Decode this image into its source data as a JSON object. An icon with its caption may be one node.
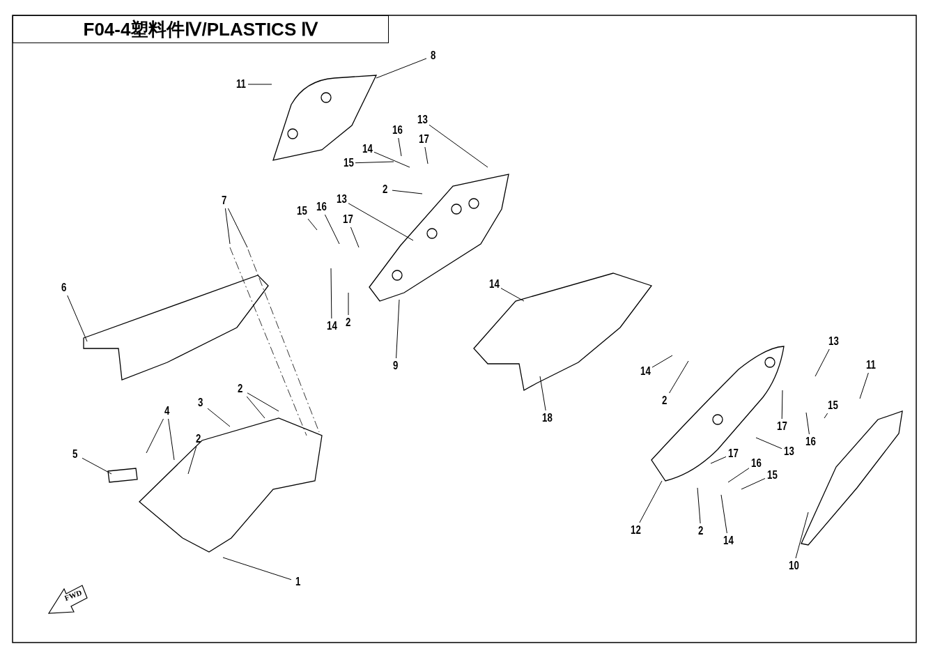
{
  "diagram": {
    "title": "F04-4塑料件Ⅳ/PLASTICS Ⅳ",
    "nodes": [
      {
        "text": [
          "8"
        ]
      },
      {
        "text": [
          "11"
        ]
      },
      {
        "text": [
          "13"
        ]
      },
      {
        "text": [
          "16"
        ]
      },
      {
        "text": [
          "17"
        ]
      },
      {
        "text": [
          "15"
        ]
      },
      {
        "text": [
          "14"
        ]
      },
      {
        "text": [
          "2"
        ]
      },
      {
        "text": [
          "7"
        ]
      },
      {
        "text": [
          "13"
        ]
      },
      {
        "text": [
          "15"
        ]
      },
      {
        "text": [
          "16"
        ]
      },
      {
        "text": [
          "17"
        ]
      },
      {
        "text": [
          "6"
        ]
      },
      {
        "text": [
          "14"
        ]
      },
      {
        "text": [
          "14"
        ]
      },
      {
        "text": [
          "2"
        ]
      },
      {
        "text": [
          "13"
        ]
      },
      {
        "text": [
          "11"
        ]
      },
      {
        "text": [
          "9"
        ]
      },
      {
        "text": [
          "14"
        ]
      },
      {
        "text": [
          "2"
        ]
      },
      {
        "text": [
          "2"
        ]
      },
      {
        "text": [
          "3"
        ]
      },
      {
        "text": [
          "4"
        ]
      },
      {
        "text": [
          "15"
        ]
      },
      {
        "text": [
          "17"
        ]
      },
      {
        "text": [
          "18"
        ]
      },
      {
        "text": [
          "2"
        ]
      },
      {
        "text": [
          "16"
        ]
      },
      {
        "text": [
          "13"
        ]
      },
      {
        "text": [
          "17"
        ]
      },
      {
        "text": [
          "5"
        ]
      },
      {
        "text": [
          "16"
        ]
      },
      {
        "text": [
          "15"
        ]
      },
      {
        "text": [
          "12"
        ]
      },
      {
        "text": [
          "2"
        ]
      },
      {
        "text": [
          "14"
        ]
      },
      {
        "text": [
          "10"
        ]
      },
      {
        "text": [
          "1"
        ]
      }
    ],
    "edges": [
      {
        "from": 0,
        "to": null,
        "arrow": "none"
      },
      {
        "from": 1,
        "to": null,
        "arrow": "none"
      },
      {
        "from": 2,
        "to": null,
        "arrow": "none"
      },
      {
        "from": 3,
        "to": null,
        "arrow": "none"
      },
      {
        "from": 4,
        "to": null,
        "arrow": "none"
      },
      {
        "from": 5,
        "to": null,
        "arrow": "none"
      },
      {
        "from": 6,
        "to": null,
        "arrow": "none"
      },
      {
        "from": 7,
        "to": null,
        "arrow": "none"
      },
      {
        "from": 8,
        "to": null,
        "arrow": "none"
      },
      {
        "from": 8,
        "to": null,
        "arrow": "none"
      },
      {
        "from": 9,
        "to": null,
        "arrow": "none"
      },
      {
        "from": 10,
        "to": null,
        "arrow": "none"
      },
      {
        "from": 11,
        "to": null,
        "arrow": "none"
      },
      {
        "from": 12,
        "to": null,
        "arrow": "none"
      },
      {
        "from": 13,
        "to": null,
        "arrow": "none"
      },
      {
        "from": 14,
        "to": null,
        "arrow": "none"
      },
      {
        "from": 15,
        "to": null,
        "arrow": "none"
      },
      {
        "from": 16,
        "to": null,
        "arrow": "none"
      },
      {
        "from": 17,
        "to": null,
        "arrow": "none"
      },
      {
        "from": 18,
        "to": null,
        "arrow": "none"
      },
      {
        "from": 19,
        "to": null,
        "arrow": "none"
      },
      {
        "from": 20,
        "to": null,
        "arrow": "none"
      },
      {
        "from": 21,
        "to": null,
        "arrow": "none"
      },
      {
        "from": 22,
        "to": null,
        "arrow": "none"
      },
      {
        "from": 22,
        "to": null,
        "arrow": "none"
      },
      {
        "from": 23,
        "to": null,
        "arrow": "none"
      },
      {
        "from": 24,
        "to": null,
        "arrow": "none"
      },
      {
        "from": 24,
        "to": null,
        "arrow": "none"
      },
      {
        "from": 25,
        "to": null,
        "arrow": "none"
      },
      {
        "from": 26,
        "to": null,
        "arrow": "none"
      },
      {
        "from": 27,
        "to": null,
        "arrow": "none"
      },
      {
        "from": 28,
        "to": null,
        "arrow": "none"
      },
      {
        "from": 29,
        "to": null,
        "arrow": "none"
      },
      {
        "from": 30,
        "to": null,
        "arrow": "none"
      },
      {
        "from": 31,
        "to": null,
        "arrow": "none"
      },
      {
        "from": 32,
        "to": null,
        "arrow": "none"
      },
      {
        "from": 33,
        "to": null,
        "arrow": "none"
      },
      {
        "from": 34,
        "to": null,
        "arrow": "none"
      },
      {
        "from": 35,
        "to": null,
        "arrow": "none"
      },
      {
        "from": 36,
        "to": null,
        "arrow": "none"
      },
      {
        "from": 37,
        "to": null,
        "arrow": "none"
      },
      {
        "from": 38,
        "to": null,
        "arrow": "none"
      },
      {
        "from": 39,
        "to": null,
        "arrow": "none"
      }
    ],
    "labels": [
      "FWD"
    ]
  }
}
